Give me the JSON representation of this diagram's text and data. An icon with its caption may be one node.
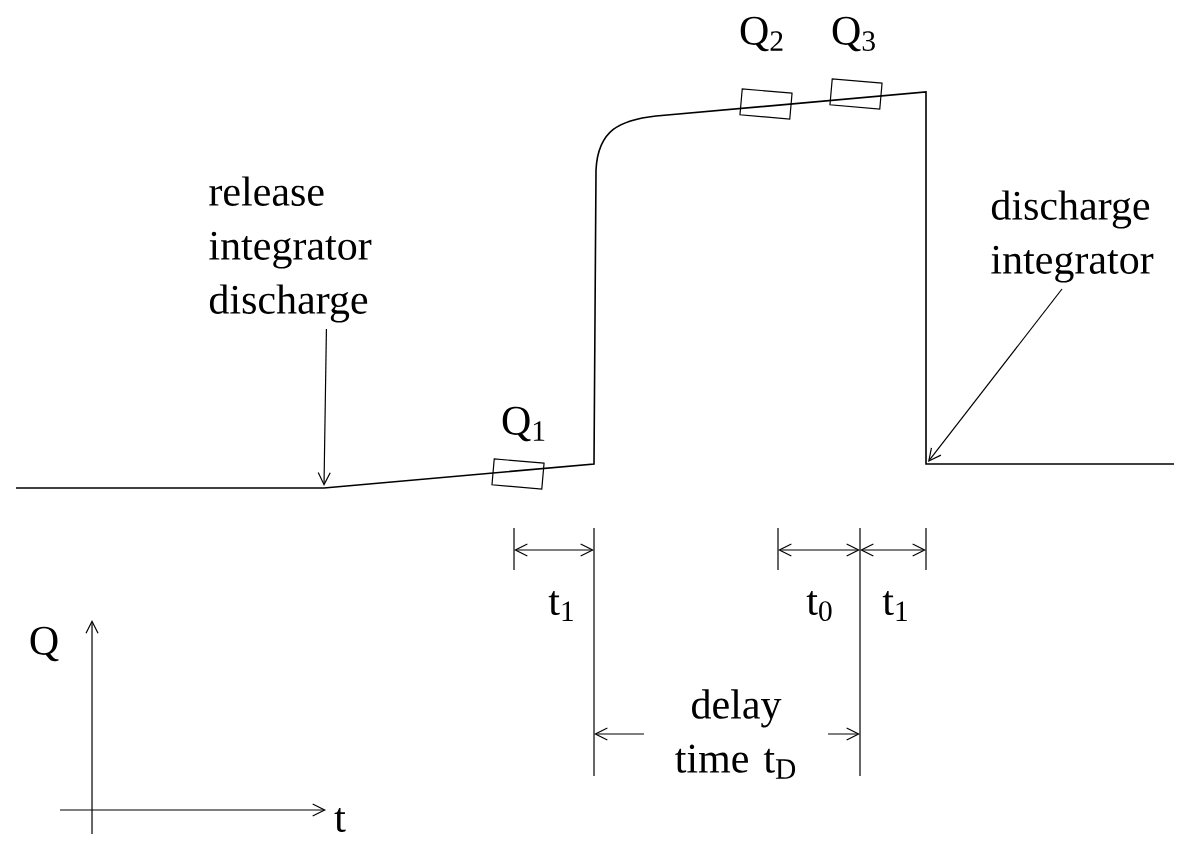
{
  "diagram": {
    "nodes": [
      {
        "text": [
          "release integrator discharge"
        ]
      },
      {
        "text": [
          "discharge integrator"
        ]
      },
      {
        "text": [
          "Q$_{1}$"
        ]
      },
      {
        "text": [
          "Q$_{2}$"
        ]
      },
      {
        "text": [
          "Q$_{3}$"
        ]
      }
    ],
    "edges": [
      {
        "from": 0,
        "to": null,
        "arrow": "to"
      },
      {
        "from": 1,
        "to": null,
        "arrow": "to"
      }
    ],
    "labels": [
      "t$_{1}$",
      "t$_{0}$",
      "t$_{1}$",
      "delay time t$_{D}$",
      "Q",
      "t"
    ]
  }
}
